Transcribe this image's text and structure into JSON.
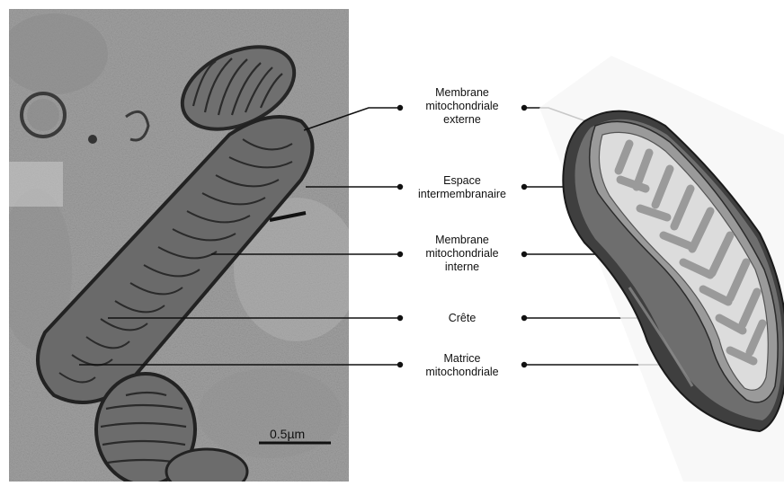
{
  "diagram": {
    "labels": [
      {
        "id": "outer-membrane",
        "text": "Membrane\nmitochondriale\nexterne"
      },
      {
        "id": "intermembrane-space",
        "text": "Espace\nintermembranaire"
      },
      {
        "id": "inner-membrane",
        "text": "Membrane\nmitochondriale\ninterne"
      },
      {
        "id": "crista",
        "text": "Crête"
      },
      {
        "id": "matrix",
        "text": "Matrice\nmitochondriale"
      }
    ],
    "scale_bar": {
      "text": "0.5µm"
    }
  },
  "colors": {
    "outer_shell": "#3f3f3f",
    "intermembrane": "#6e6e6e",
    "inner_membrane": "#9a9a9a",
    "matrix": "#dcdcdc",
    "micrograph_bg": "#9d9d9d"
  }
}
